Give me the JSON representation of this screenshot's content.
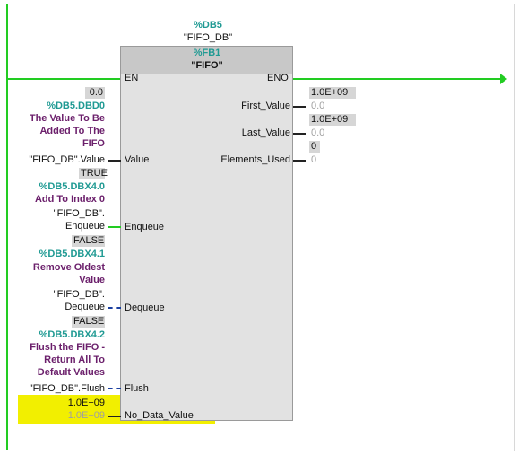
{
  "instance": {
    "db_address": "%DB5",
    "db_name": "\"FIFO_DB\"",
    "fb_address": "%FB1",
    "fb_name": "\"FIFO\""
  },
  "pins": {
    "en": "EN",
    "eno": "ENO",
    "value": "Value",
    "enqueue": "Enqueue",
    "dequeue": "Dequeue",
    "flush": "Flush",
    "no_data_value": "No_Data_Value",
    "first_value": "First_Value",
    "last_value": "Last_Value",
    "elements_used": "Elements_Used"
  },
  "inputs": {
    "value": {
      "current": "0.0",
      "address": "%DB5.DBD0",
      "comment": [
        "The Value To Be",
        "Added To The",
        "FIFO"
      ],
      "operand": "\"FIFO_DB\".Value"
    },
    "enqueue": {
      "current": "TRUE",
      "address": "%DB5.DBX4.0",
      "comment": [
        "Add To Index 0"
      ],
      "operand": [
        "\"FIFO_DB\".",
        "Enqueue"
      ]
    },
    "dequeue": {
      "current": "FALSE",
      "address": "%DB5.DBX4.1",
      "comment": [
        "Remove Oldest",
        "Value"
      ],
      "operand": [
        "\"FIFO_DB\".",
        "Dequeue"
      ]
    },
    "flush": {
      "current": "FALSE",
      "address": "%DB5.DBX4.2",
      "comment": [
        "Flush the FIFO -",
        "Return All To",
        "Default Values"
      ],
      "operand": "\"FIFO_DB\".Flush"
    },
    "no_data_value": {
      "current": "1.0E+09",
      "operand": "1.0E+09"
    }
  },
  "outputs": {
    "first_value": {
      "current": "1.0E+09",
      "operand": "0.0"
    },
    "last_value": {
      "current": "1.0E+09",
      "operand": "0.0"
    },
    "elements_used": {
      "current": "0",
      "operand": "0"
    }
  },
  "colors": {
    "power_flow": "#22cc22",
    "address": "#1f9a93",
    "comment": "#6b1f6b",
    "highlight": "#f2ef00",
    "no_flow": "#1a3fa0"
  }
}
